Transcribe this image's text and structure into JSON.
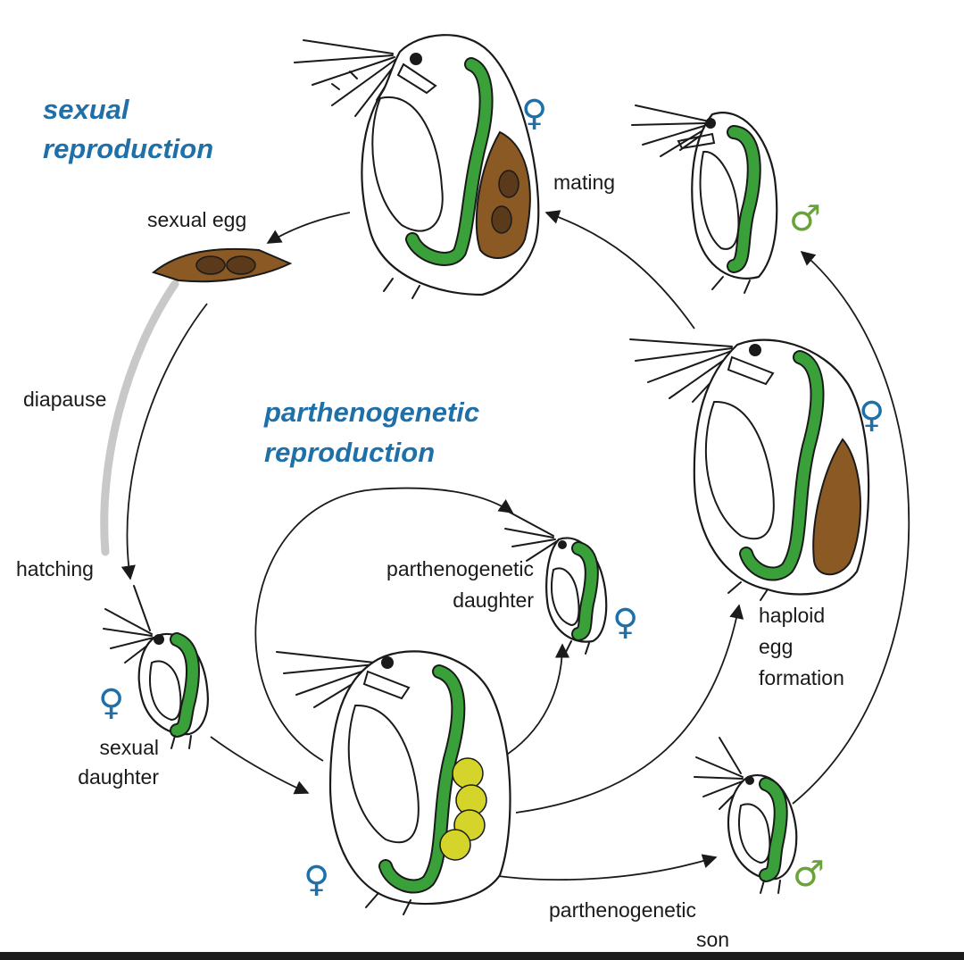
{
  "headings": {
    "sexual": [
      "sexual",
      "reproduction"
    ],
    "parthenogenetic": [
      "parthenogenetic",
      "reproduction"
    ]
  },
  "labels": {
    "sexual_egg": "sexual egg",
    "mating": "mating",
    "diapause": "diapause",
    "hatching": "hatching",
    "sexual_daughter": [
      "sexual",
      "daughter"
    ],
    "parthenogenetic_daughter": [
      "parthenogenetic",
      "daughter"
    ],
    "haploid_egg_formation": [
      "haploid",
      "egg",
      "formation"
    ],
    "parthenogenetic_son": [
      "parthenogenetic",
      "son"
    ]
  },
  "symbols": {
    "female": "♀",
    "male": "♂"
  },
  "colors": {
    "heading_blue": "#1f6fa8",
    "gut_green": "#3aa13a",
    "ephippium_brown": "#8b5a24",
    "parthenogenetic_egg_yellow": "#d4d42a",
    "male_symbol_green": "#6aa33a",
    "diapause_band_gray": "#c8c8c8"
  }
}
